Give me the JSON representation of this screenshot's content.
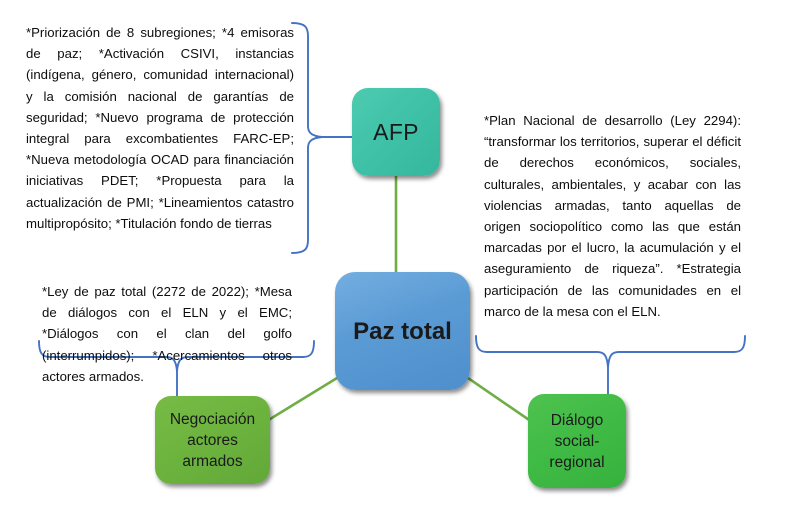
{
  "diagram": {
    "title": "Paz total",
    "colors": {
      "brace": "#4472c4",
      "connector": "#70ad47",
      "node_afp": "#3fc2a8",
      "node_paz": "#5b9bd5",
      "node_negociacion": "#6cb33e",
      "node_dialogo": "#3fbb45",
      "text": "#0d0d0d",
      "background": "#ffffff"
    }
  },
  "nodes": {
    "center": {
      "label": "Paz total"
    },
    "afp": {
      "label": "AFP"
    },
    "negociacion": {
      "label": "Negociación actores armados"
    },
    "dialogo": {
      "label": "Diálogo social-regional"
    }
  },
  "annotations": {
    "afp_details": "*Priorización de 8 subregiones; *4 emisoras de paz; *Activación CSIVI, instancias (indígena, género, comunidad internacional) y la comisión nacional de garantías de seguridad; *Nuevo programa de protección integral para excombatientes FARC-EP; *Nueva metodología OCAD para financiación iniciativas PDET; *Propuesta para la actualización de PMI; *Lineamientos catastro multipropósito; *Titulación fondo de tierras",
    "negociacion_details": "*Ley de paz total (2272 de 2022); *Mesa de diálogos con el ELN y el EMC; *Diálogos con el clan del golfo (interrumpidos); *Acercamientos otros actores armados.",
    "dialogo_details": "*Plan Nacional de desarrollo (Ley 2294): “transformar los territorios, superar el déficit de derechos económicos, sociales, culturales, ambientales, y acabar con las violencias armadas, tanto aquellas de origen sociopolítico como las que están marcadas por el lucro, la acumulación y el aseguramiento de riqueza”. *Estrategia participación de las comunidades en el marco de la mesa con el ELN."
  }
}
